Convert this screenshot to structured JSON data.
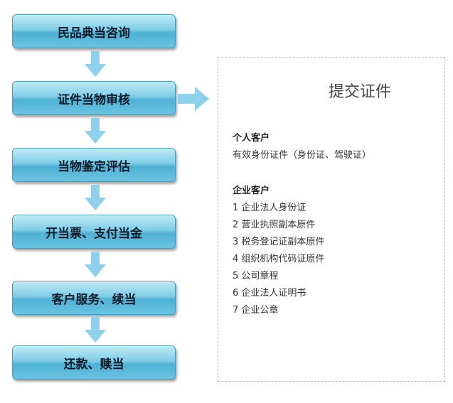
{
  "flow": {
    "steps": [
      "民品典当咨询",
      "证件当物审核",
      "当物鉴定评估",
      "开当票、支付当金",
      "客户服务、续当",
      "还款、赎当"
    ]
  },
  "panel": {
    "title": "提交证件",
    "personal": {
      "heading": "个人客户",
      "text": "有效身份证件（身份证、驾驶证）"
    },
    "enterprise": {
      "heading": "企业客户",
      "items": [
        "1  企业法人身份证",
        "2  营业执照副本原件",
        "3  税务登记证副本原件",
        "4  组织机构代码证原件",
        "5  公司章程",
        "6  企业法人证明书",
        "7  企业公章"
      ]
    }
  },
  "colors": {
    "step_top": "#bfeaf6",
    "step_bottom": "#4fb1d4",
    "arrow": "#8fd0ea"
  }
}
